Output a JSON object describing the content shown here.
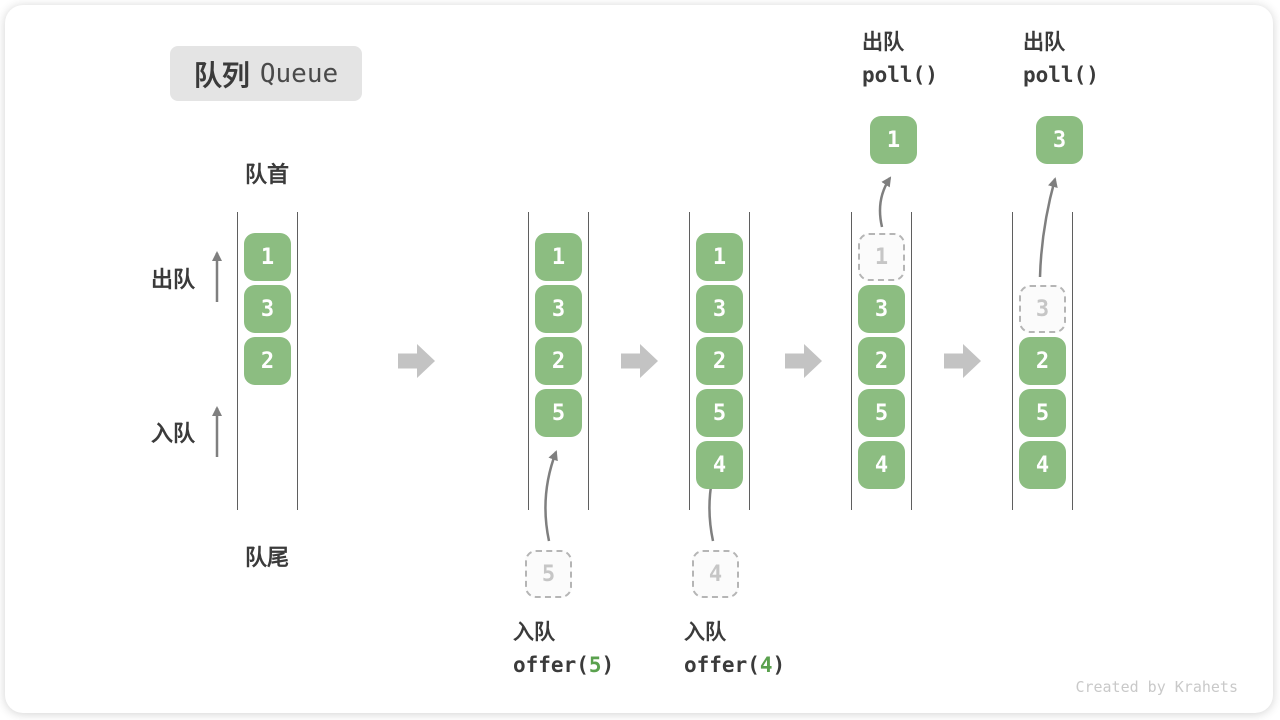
{
  "title": {
    "zh": "队列",
    "en": "Queue"
  },
  "labels": {
    "front": "队首",
    "rear": "队尾",
    "dequeue": "出队",
    "enqueue": "入队"
  },
  "states": [
    {
      "slots": [
        "1",
        "3",
        "2"
      ]
    },
    {
      "slots": [
        "1",
        "3",
        "2",
        "5"
      ],
      "pending": "5",
      "op": {
        "zh": "入队",
        "fn": "offer(",
        "arg": "5",
        "end": ")"
      }
    },
    {
      "slots": [
        "1",
        "3",
        "2",
        "5",
        "4"
      ],
      "pending": "4",
      "op": {
        "zh": "入队",
        "fn": "offer(",
        "arg": "4",
        "end": ")"
      }
    },
    {
      "removed": "1",
      "slots": [
        "3",
        "2",
        "5",
        "4"
      ],
      "out": "1",
      "op": {
        "zh": "出队",
        "fn": "poll()"
      }
    },
    {
      "removed": "3",
      "slots": [
        "2",
        "5",
        "4"
      ],
      "out": "3",
      "op": {
        "zh": "出队",
        "fn": "poll()"
      }
    }
  ],
  "watermark": "Created by Krahets",
  "colors": {
    "box_green": "#8cbd81",
    "box_text": "#ffffff",
    "ghost_border": "#b5b5b5",
    "ghost_text": "#c6c6c6",
    "queue_line": "#5f5f5f",
    "thin_arrow": "#7f7f7f",
    "block_arrow": "#c3c3c3",
    "chip_bg": "#e4e4e4",
    "text_dark": "#3b3b3b",
    "code_green": "#5aa14e",
    "watermark_gray": "#c9c9c9"
  }
}
